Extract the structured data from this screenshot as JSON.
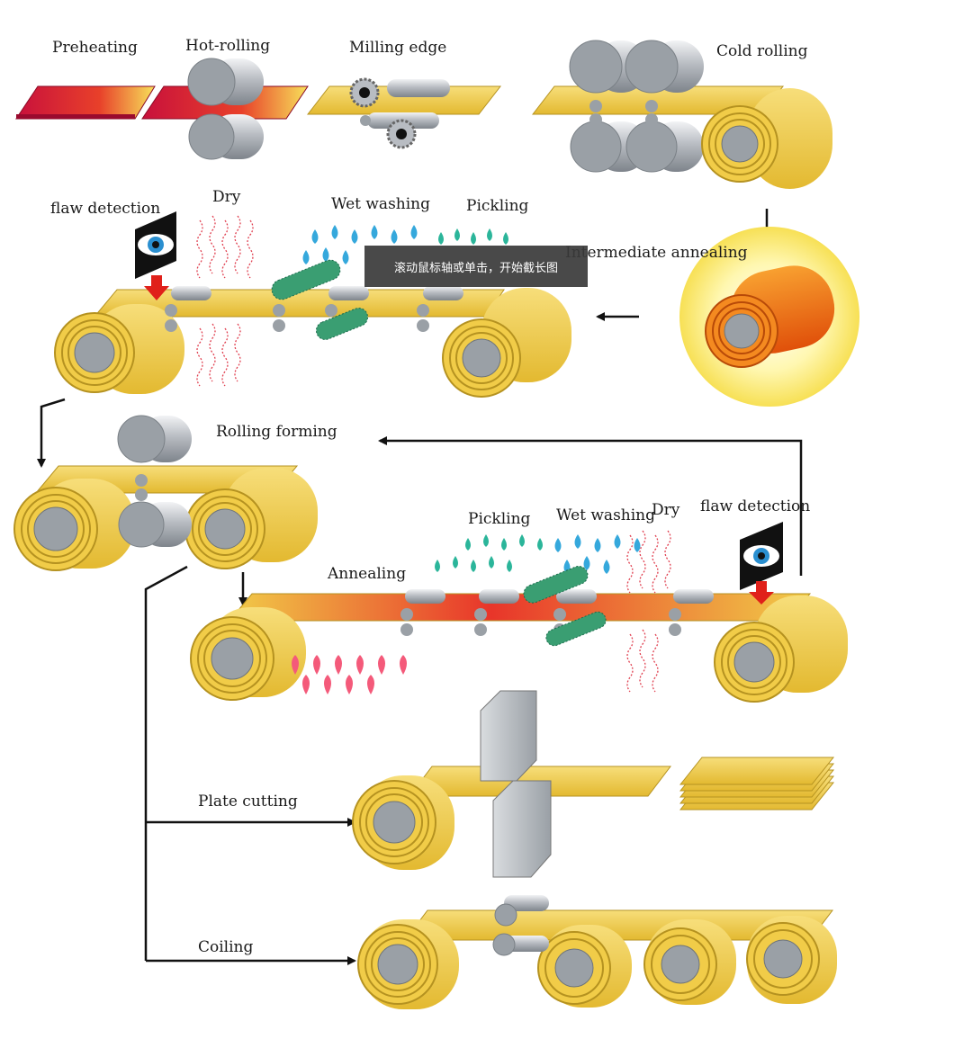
{
  "labels": {
    "preheating": "Preheating",
    "hot_rolling": "Hot-rolling",
    "milling_edge": "Milling edge",
    "cold_rolling": "Cold rolling",
    "flaw_detection_1": "flaw detection",
    "dry_1": "Dry",
    "wet_washing_1": "Wet washing",
    "pickling_1": "Pickling",
    "intermediate_annealing": "Intermediate annealing",
    "rolling_forming": "Rolling forming",
    "pickling_2": "Pickling",
    "wet_washing_2": "Wet washing",
    "dry_2": "Dry",
    "flaw_detection_2": "flaw detection",
    "annealing": "Annealing",
    "plate_cutting": "Plate cutting",
    "coiling": "Coiling"
  },
  "tooltip": {
    "text": "滚动鼠标轴或单击，开始截长图"
  },
  "colors": {
    "strip": "#f1cc48",
    "strip_edge": "#b59220",
    "roller": "#9aa0a6",
    "hot": "#d4143c",
    "water_blue": "#35a8dc",
    "acid_green": "#2bb59a",
    "annealing_orange": "#f06a10",
    "glow": "#fff4a0"
  },
  "icons": [
    "eye-icon",
    "arrow-icon",
    "roller-icon",
    "coil-icon",
    "brush-icon",
    "droplet-icon",
    "flame-icon",
    "blade-icon"
  ]
}
